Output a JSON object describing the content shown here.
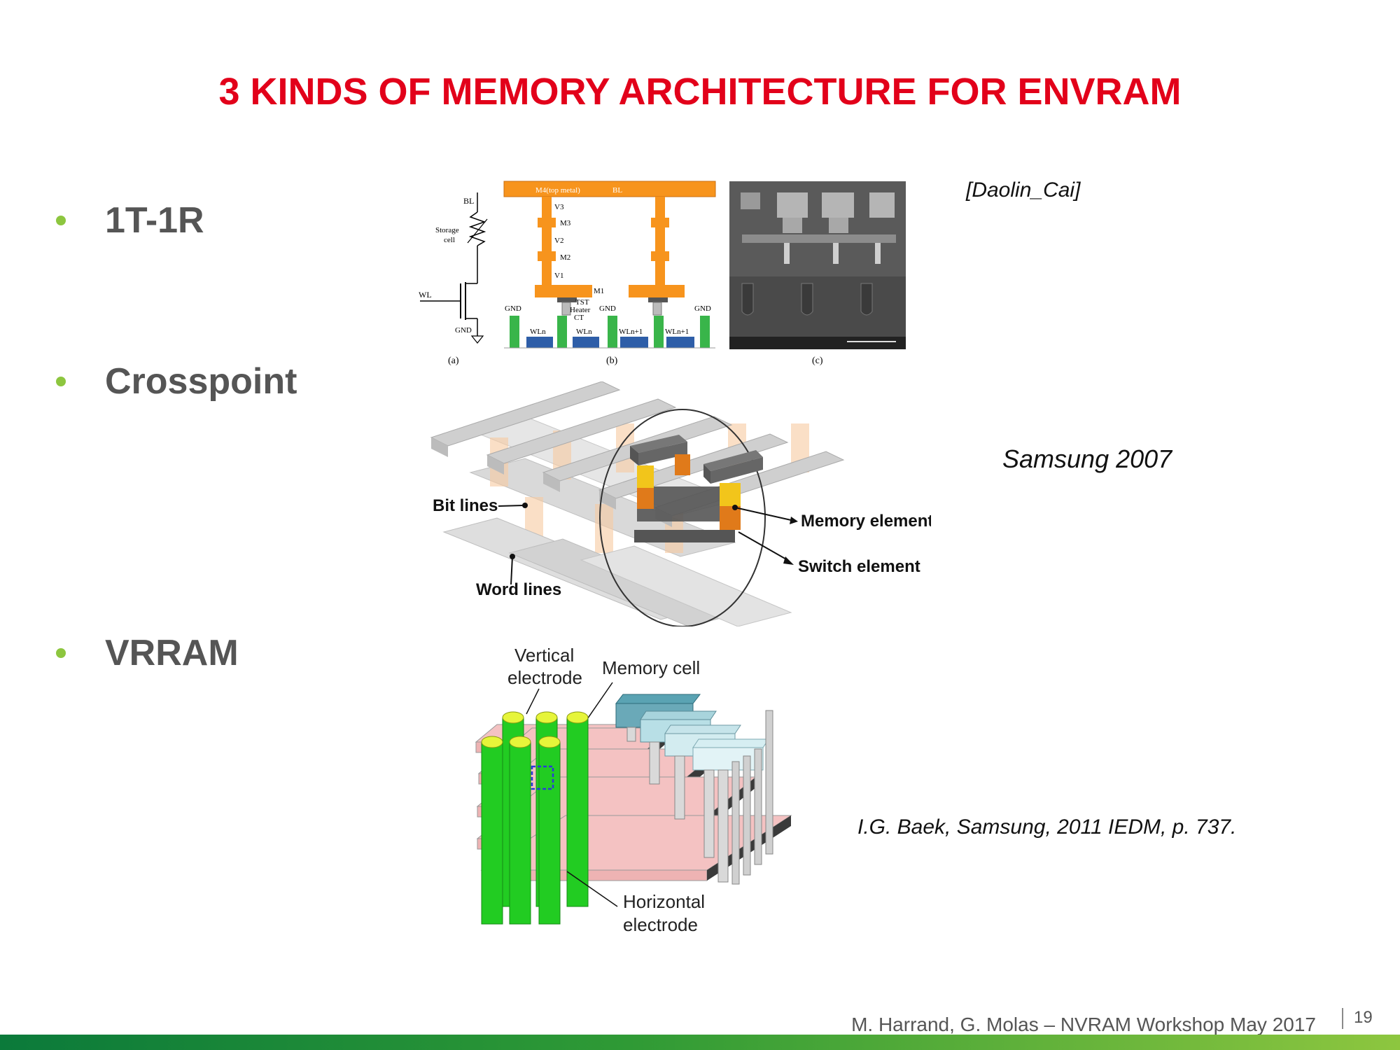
{
  "slide": {
    "title": "3 KINDS OF MEMORY ARCHITECTURE FOR ENVRAM",
    "bullets": [
      "1T-1R",
      "Crosspoint",
      "VRRAM"
    ],
    "refs": {
      "daolin": "[Daolin_Cai]",
      "samsung2007": "Samsung 2007",
      "baek": "I.G. Baek, Samsung, 2011 IEDM, p. 737."
    },
    "footer": {
      "text": "M. Harrand, G. Molas – NVRAM Workshop May 2017",
      "page": "19"
    }
  },
  "figure_1t1r": {
    "a": {
      "bl": "BL",
      "storage": "Storage",
      "cell": "cell",
      "wl": "WL",
      "gnd": "GND",
      "caption": "(a)"
    },
    "b": {
      "m4": "M4(top metal)",
      "bl": "BL",
      "layers": [
        "V3",
        "M3",
        "V2",
        "M2",
        "V1",
        "M1"
      ],
      "tst": "TST",
      "heater": "Heater",
      "ct": "CT",
      "gnd": "GND",
      "wl": [
        "WLn",
        "WLn",
        "WLn+1",
        "WLn+1"
      ],
      "caption": "(b)"
    },
    "c": {
      "caption": "(c)"
    }
  },
  "figure_crosspoint": {
    "bit_lines": "Bit lines",
    "word_lines": "Word lines",
    "memory_element": "Memory element",
    "switch_element": "Switch element"
  },
  "figure_vrram": {
    "vertical": "Vertical",
    "electrode": "electrode",
    "memory_cell": "Memory cell",
    "horizontal": "Horizontal"
  },
  "colors": {
    "title": "#e2001a",
    "bullet": "#8dc63f",
    "orange": "#f7941d",
    "green_pillar": "#22cc22",
    "pink": "#f4c2c2",
    "teal": "#6aa9b8"
  }
}
